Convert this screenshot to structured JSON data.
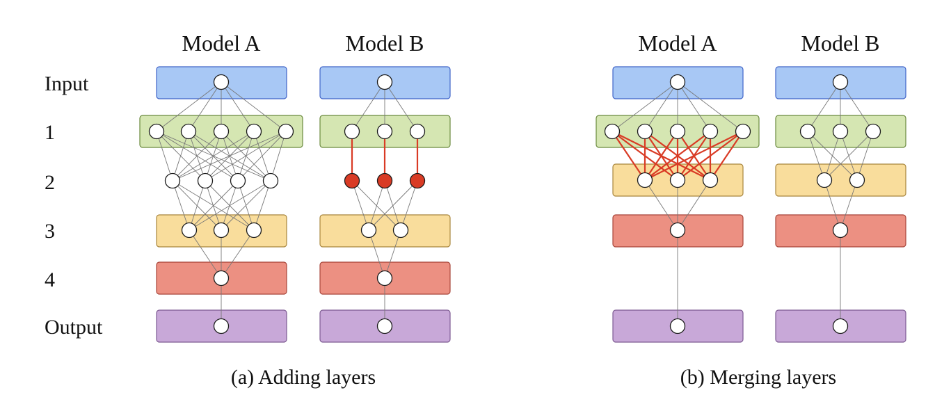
{
  "row_labels": [
    "Input",
    "1",
    "2",
    "3",
    "4",
    "Output"
  ],
  "panel_a": {
    "caption": "(a) Adding layers",
    "model_a_label": "Model A",
    "model_b_label": "Model B"
  },
  "panel_b": {
    "caption": "(b) Merging layers",
    "model_a_label": "Model A",
    "model_b_label": "Model B"
  },
  "colors": {
    "input_layer": "#a8c8f5",
    "layer_1": "#d5e6b2",
    "layer_3": "#f9dd9c",
    "layer_4": "#ec9082",
    "output_layer": "#c8a8d8",
    "highlight": "#d93b25"
  }
}
